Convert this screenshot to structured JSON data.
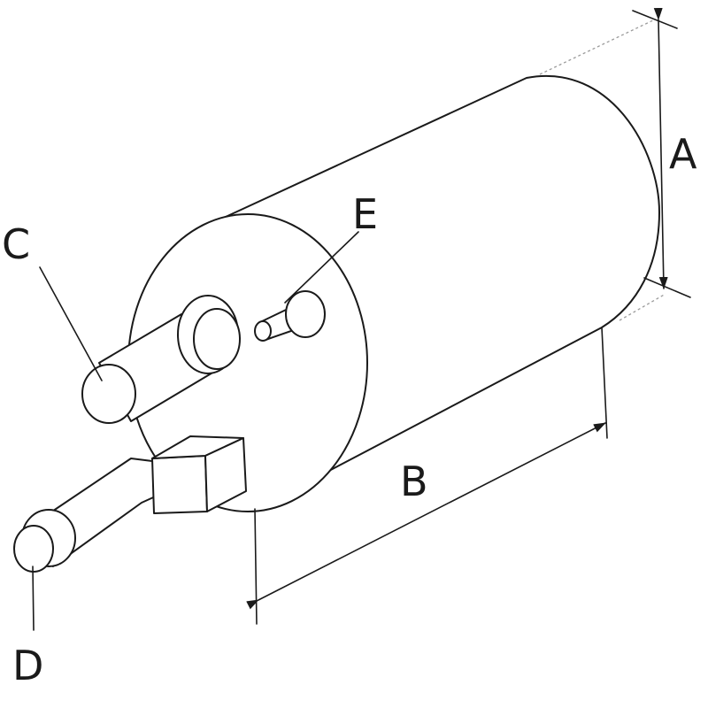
{
  "diagram": {
    "labels": {
      "a": "A",
      "b": "B",
      "c": "C",
      "d": "D",
      "e": "E"
    }
  },
  "colors": {
    "line": "#1a1a1a",
    "extension": "#9a9a9a",
    "background": "#ffffff"
  }
}
